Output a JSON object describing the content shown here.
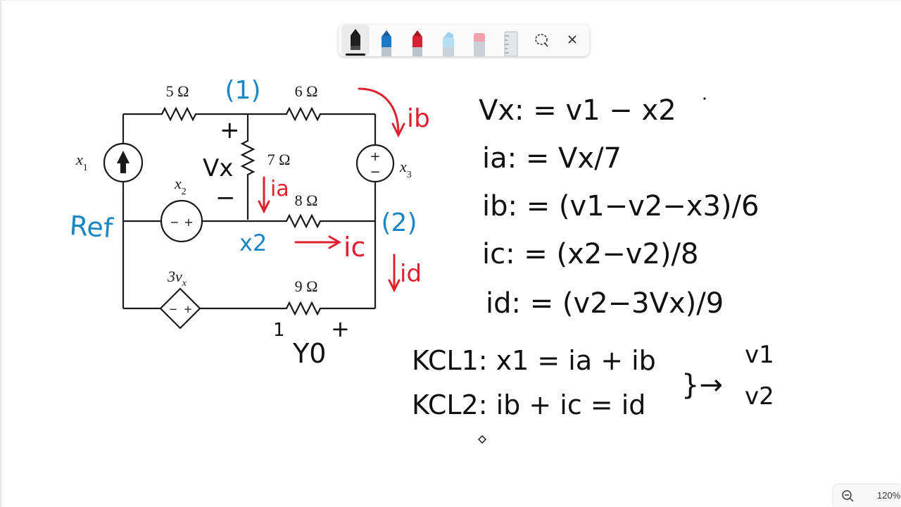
{
  "colors": {
    "ink_black": "#111111",
    "ink_blue": "#1a86c8",
    "ink_red": "#e0202e",
    "circuit": "#1a1a1a"
  },
  "toolbar": {
    "tools": [
      {
        "name": "black-pen-tool",
        "icon": "black-marker-icon",
        "selected": true
      },
      {
        "name": "blue-pen-tool",
        "icon": "blue-marker-icon",
        "selected": false
      },
      {
        "name": "red-pen-tool",
        "icon": "red-marker-icon",
        "selected": false
      },
      {
        "name": "highlighter-tool",
        "icon": "light-blue-highlighter-icon",
        "selected": false
      },
      {
        "name": "eraser-tool",
        "icon": "eraser-icon",
        "selected": false
      },
      {
        "name": "ruler-tool",
        "icon": "ruler-icon",
        "selected": false
      },
      {
        "name": "lasso-tool",
        "icon": "lasso-icon",
        "selected": false
      },
      {
        "name": "close-tool",
        "icon": "close-icon",
        "selected": false
      }
    ]
  },
  "circuit": {
    "r1": "5 Ω",
    "r2": "6 Ω",
    "r3": "7 Ω",
    "r4": "8 Ω",
    "r5": "9 Ω",
    "src1_var": "x",
    "src1_sub": "1",
    "src2_var": "x",
    "src2_sub": "2",
    "src3_var": "x",
    "src3_sub": "3",
    "dep_coef": "3v",
    "dep_sub": "x"
  },
  "annotations": {
    "node1": "(1)",
    "node2": "(2)",
    "ref": "Ref",
    "x2": "x2",
    "vx_label": "Vx",
    "plus": "+",
    "minus": "−",
    "ia": "ia",
    "ib": "ib",
    "ic": "ic",
    "id": "id",
    "y0": "Y0",
    "y0_minus": "1",
    "y0_plus": "+"
  },
  "equations": [
    "Vx: = v1 − x2",
    "ia: = Vx/7",
    "ib: = (v1−v2−x3)/6",
    "ic: = (x2−v2)/8",
    "id: = (v2−3Vx)/9"
  ],
  "kcl": {
    "kcl1": "KCL1: x1 = ia + ib",
    "kcl2": "KCL2: ib + ic = id",
    "arrow": "}→",
    "result1": "v1",
    "result2": "v2"
  },
  "zoom": {
    "level": "120%"
  }
}
